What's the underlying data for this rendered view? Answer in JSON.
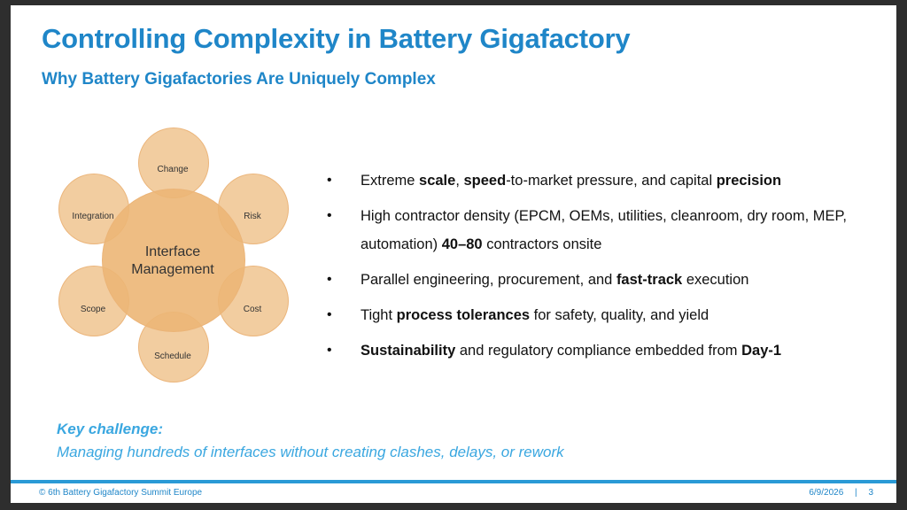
{
  "slide": {
    "title": "Controlling Complexity in Battery Gigafactory",
    "subtitle": "Why Battery Gigafactories Are Uniquely Complex"
  },
  "diagram": {
    "center_line1": "Interface",
    "center_line2": "Management",
    "nodes": {
      "change": "Change",
      "risk": "Risk",
      "cost": "Cost",
      "schedule": "Schedule",
      "scope": "Scope",
      "integration": "Integration"
    },
    "color": "#f0c48f"
  },
  "bullets": [
    {
      "parts": [
        "Extreme ",
        "scale",
        ", ",
        "speed",
        "-to-market pressure, and capital ",
        "precision"
      ]
    },
    {
      "parts": [
        "High contractor density (EPCM, OEMs, utilities, cleanroom, dry room, MEP, automation) ",
        "40–80",
        " contractors onsite"
      ]
    },
    {
      "parts": [
        "Parallel engineering, procurement, and ",
        "fast-track",
        " execution"
      ]
    },
    {
      "parts": [
        "Tight ",
        "process tolerances",
        " for safety, quality, and yield"
      ]
    },
    {
      "parts": [
        "Sustainability",
        " and regulatory compliance embedded from ",
        "Day-1"
      ]
    }
  ],
  "key_challenge": {
    "title": "Key challenge:",
    "text": "Managing hundreds of interfaces without creating clashes, delays, or rework"
  },
  "footer": {
    "left": "© 6th Battery Gigafactory Summit Europe",
    "date": "6/9/2026",
    "separator": "|",
    "page": "3",
    "accent": "#2a9ad6"
  }
}
